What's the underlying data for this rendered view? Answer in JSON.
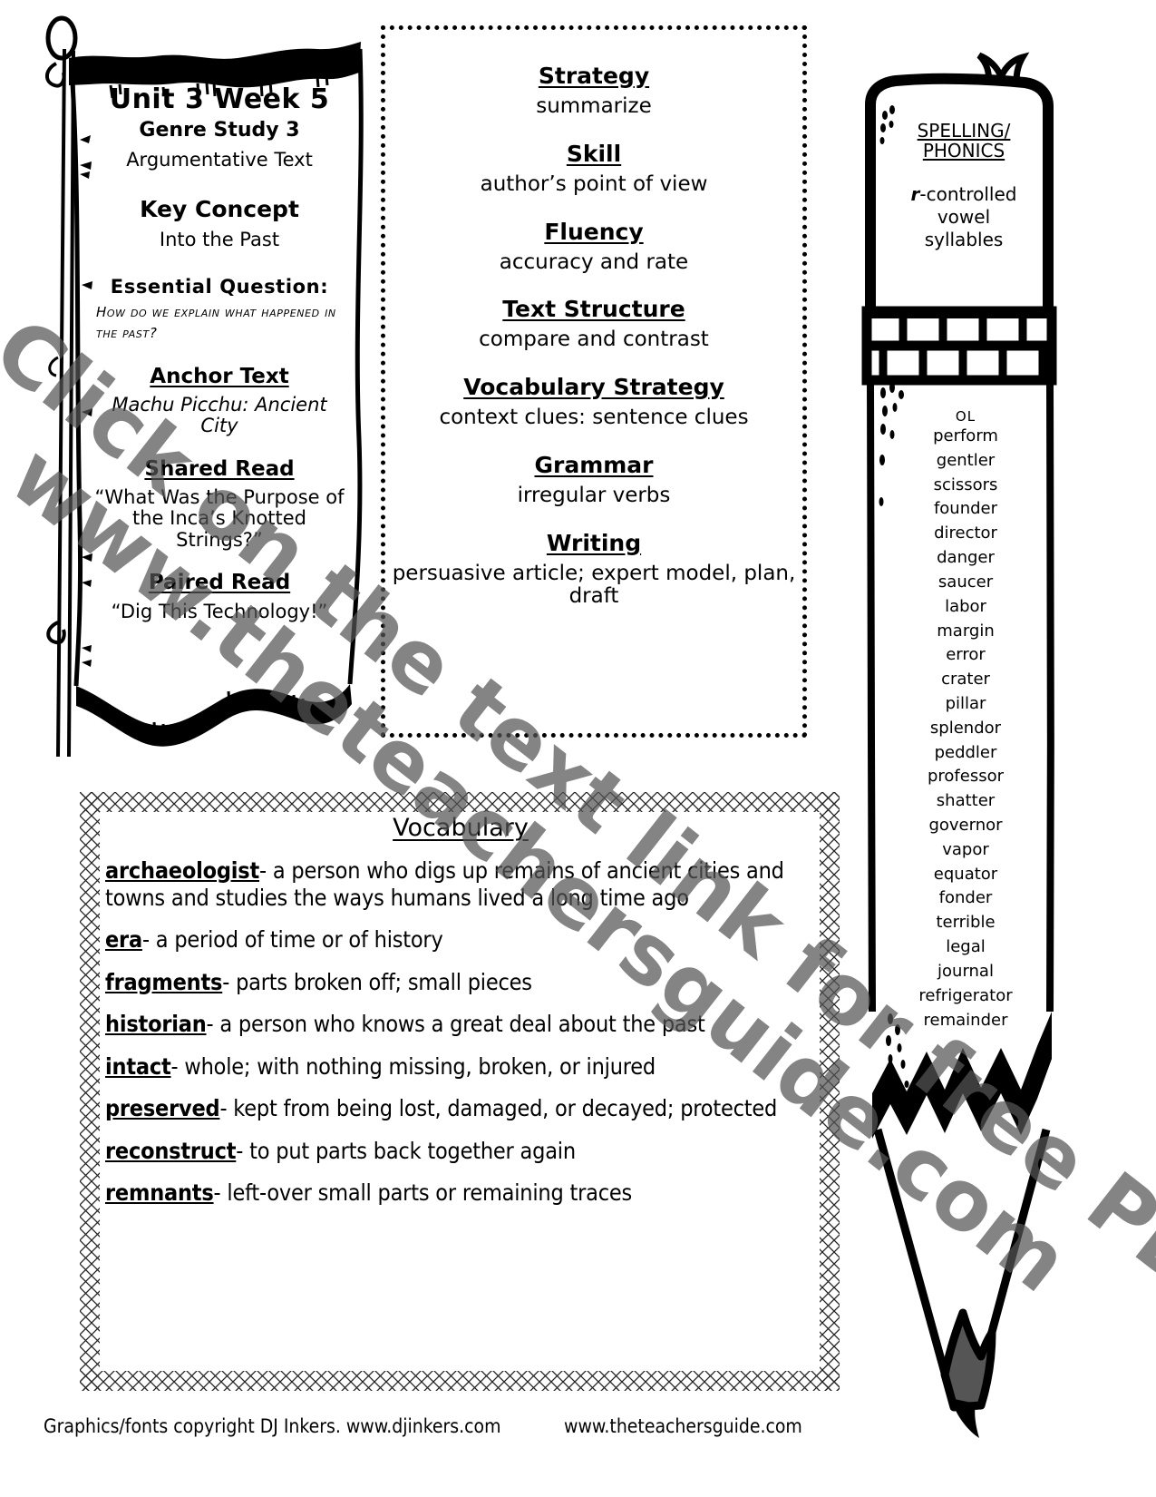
{
  "banner": {
    "unit": "Unit 3 Week 5",
    "genre_study": "Genre Study 3",
    "genre": "Argumentative Text",
    "key_concept_label": "Key Concept",
    "key_concept_value": "Into the Past",
    "essential_question_label": "Essential Question:",
    "essential_question_text": "How do we explain what happened in the past?",
    "anchor_text_label": "Anchor Text",
    "anchor_text_value": "Machu Picchu: Ancient City",
    "shared_read_label": "Shared Read",
    "shared_read_value": "“What Was the Purpose of the Inca’s Knotted Strings?”",
    "paired_read_label": "Paired Read",
    "paired_read_value": "“Dig This Technology!”"
  },
  "skills": {
    "items": [
      {
        "head": "Strategy",
        "value": "summarize"
      },
      {
        "head": "Skill",
        "value": "author’s point of view"
      },
      {
        "head": "Fluency",
        "value": "accuracy and rate"
      },
      {
        "head": "Text Structure",
        "value": "compare and contrast"
      },
      {
        "head": "Vocabulary Strategy",
        "value": "context clues: sentence clues"
      },
      {
        "head": "Grammar",
        "value": "irregular verbs"
      },
      {
        "head": "Writing",
        "value": "persuasive article; expert model, plan, draft"
      }
    ]
  },
  "phonics": {
    "title_line1": "SPELLING/",
    "title_line2": "PHONICS",
    "focus_italic": "r",
    "focus_rest": "-controlled",
    "focus_line2": "vowel",
    "focus_line3": "syllables",
    "level": "OL",
    "words": [
      "perform",
      "gentler",
      "scissors",
      "founder",
      "director",
      "danger",
      "saucer",
      "labor",
      "margin",
      "error",
      "crater",
      "pillar",
      "splendor",
      "peddler",
      "professor",
      "shatter",
      "governor",
      "vapor",
      "equator",
      "fonder",
      "terrible",
      "legal",
      "journal",
      "refrigerator",
      "remainder"
    ]
  },
  "vocabulary": {
    "title": "Vocabulary",
    "entries": [
      {
        "term": "archaeologist",
        "definition": "-  a person who digs up remains of ancient cities and towns and studies the ways humans lived a long time ago"
      },
      {
        "term": "era",
        "definition": "-  a period of time or of history"
      },
      {
        "term": "fragments",
        "definition": "- parts broken off; small pieces"
      },
      {
        "term": "historian",
        "definition": "- a person who knows a great deal about the past"
      },
      {
        "term": "intact",
        "definition": "- whole; with nothing missing, broken, or injured"
      },
      {
        "term": "preserved",
        "definition": "- kept from being lost, damaged, or decayed; protected"
      },
      {
        "term": "reconstruct",
        "definition": "- to put parts back together again"
      },
      {
        "term": "remnants",
        "definition": "- left-over small parts or remaining traces"
      }
    ]
  },
  "footer": {
    "credit": "Graphics/fonts copyright DJ Inkers. www.djinkers.com",
    "site": "www.theteachersguide.com"
  },
  "watermark": {
    "line1": "Click on the text link for free PDF",
    "line2": "www.theteachersguide.com"
  },
  "colors": {
    "ink": "#000000",
    "watermark": "#555555",
    "pencil_lead": "#555555",
    "page_background": "#ffffff"
  }
}
